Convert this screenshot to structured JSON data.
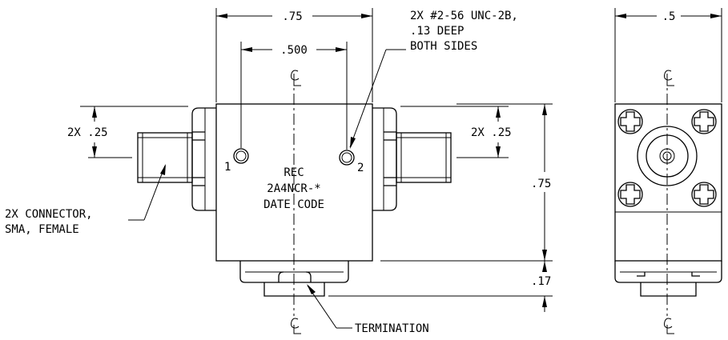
{
  "dimensions": {
    "top_width": ".75",
    "hole_spacing": ".500",
    "left_connector": "2X .25",
    "right_connector": "2X .25",
    "body_height": ".75",
    "termination_height": ".17",
    "side_width": ".5"
  },
  "notes": {
    "thread_line1": "2X #2-56 UNC-2B,",
    "thread_line2": ".13 DEEP",
    "thread_line3": "BOTH SIDES",
    "connector_line1": "2X CONNECTOR,",
    "connector_line2": "SMA, FEMALE",
    "termination": "TERMINATION"
  },
  "label": {
    "line1": "REC",
    "line2": "2A4NCR-*",
    "line3": "DATE CODE"
  },
  "ports": {
    "port1": "1",
    "port2": "2"
  },
  "centerline_symbol": "CL"
}
